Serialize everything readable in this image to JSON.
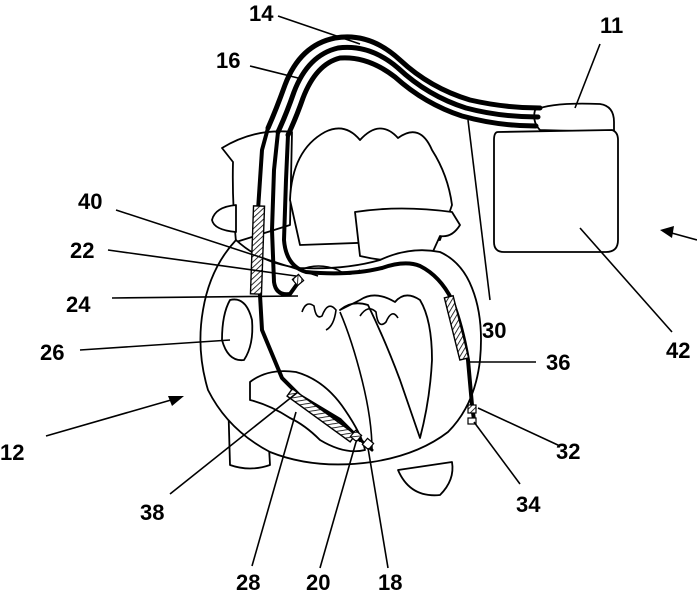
{
  "figure": {
    "labels": {
      "pacemaker": "11",
      "heart": "12",
      "lead_a": "14",
      "lead_b": "16",
      "tip_electrode": "18",
      "ring_electrode": "20",
      "atrial_electrode": "22",
      "atrial_lead_end": "24",
      "right_atrium": "26",
      "right_ventricle": "28",
      "lv_lead": "30",
      "lv_electrode_a": "32",
      "lv_electrode_b": "34",
      "lv_coil": "36",
      "rv_coil": "38",
      "sv_coil": "40",
      "housing": "42"
    }
  }
}
